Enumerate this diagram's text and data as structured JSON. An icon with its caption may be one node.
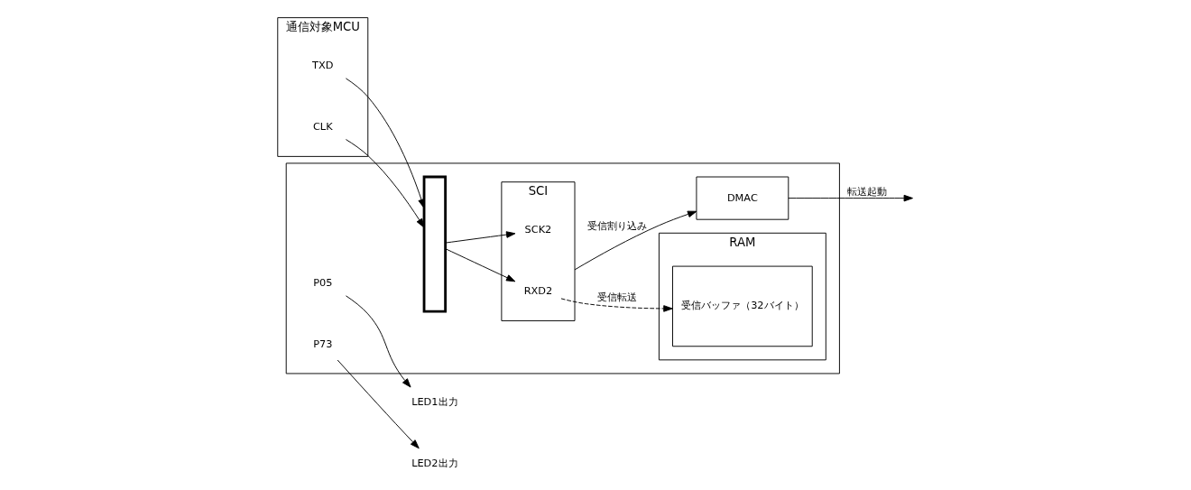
{
  "diagram": {
    "nodes": [
      {
        "text": [
          "通信対象MCU"
        ]
      },
      {
        "text": [
          "TXD"
        ],
        "in": 0
      },
      {
        "text": [
          "CLK"
        ],
        "in": 0
      },
      {
        "text": [],
        "shape": "box"
      },
      {
        "text": [],
        "shape": "bar",
        "in": 3
      },
      {
        "text": [
          "SCI"
        ],
        "in": 3
      },
      {
        "text": [
          "RXD2"
        ],
        "in": 5
      },
      {
        "text": [
          "SCK2"
        ],
        "in": 5
      },
      {
        "text": [
          "RAM"
        ],
        "in": 3
      },
      {
        "text": [
          "受信バッファ（32バイト）"
        ],
        "in": 8
      },
      {
        "text": [
          "DMAC"
        ],
        "in": 3
      },
      {
        "text": [
          "P05"
        ],
        "in": 3
      },
      {
        "text": [
          "P73"
        ],
        "in": 3
      },
      {
        "text": [
          "LED1出力"
        ]
      },
      {
        "text": [
          "LED2出力"
        ]
      }
    ],
    "edges": [
      {
        "from": 1,
        "to": 4,
        "arrow": "to"
      },
      {
        "from": 2,
        "to": 4,
        "arrow": "to"
      },
      {
        "from": 4,
        "to": 6,
        "arrow": "to"
      },
      {
        "from": 4,
        "to": 7,
        "arrow": "to"
      },
      {
        "from": 6,
        "to": 9,
        "arrow": "to",
        "label": "受信転送",
        "style": "dashed"
      },
      {
        "from": 5,
        "to": 10,
        "arrow": "to",
        "label": "受信割り込み"
      },
      {
        "from": 10,
        "to": null,
        "arrow": "to",
        "label": "転送起動"
      },
      {
        "from": 11,
        "to": 13,
        "arrow": "to"
      },
      {
        "from": 12,
        "to": 14,
        "arrow": "to"
      }
    ]
  }
}
